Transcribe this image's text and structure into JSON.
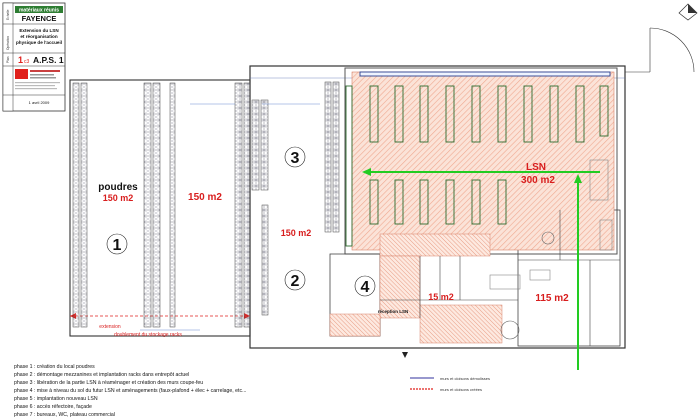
{
  "title_block": {
    "company": "matériaux réunis",
    "site": "FAYENCE",
    "project_lines": [
      "Extension du LSN",
      "et réorganisation",
      "physique de l'accueil"
    ],
    "sheet_index": "1",
    "sheet_index_suffix": "c3",
    "sheet_code": "A.P.S. 1",
    "date": "1 avril 2009",
    "side_labels": [
      "Echelle",
      "Opération",
      "Plan"
    ],
    "accent_color": "#e0201c",
    "brand_color": "#2e7d32"
  },
  "zones": {
    "z1": "1",
    "z2": "2",
    "z3": "3",
    "z4": "4",
    "poudres_label": "poudres",
    "poudres_area": "150 m2",
    "mid_area": "150 m2",
    "zone2_area": "150 m2",
    "lsn_label": "LSN",
    "lsn_area": "300 m2",
    "office_area": "115 m2",
    "reception_area": "15 m2",
    "reception_label": "réception LSN"
  },
  "annotations": {
    "extension_l1": "extension",
    "extension_l2": "doublement du stockage racks",
    "legend_demolished": "murs et cloisons démolisses",
    "legend_created": "murs et cloisons créées"
  },
  "phases": [
    "phase 1 : création du local poudres",
    "phase 2 : démontage mezzanines et implantation racks dans entrepôt actuel",
    "phase 3 : libération de la partie LSN à réaménager et création des murs coupe-feu",
    "phase 4 : mise à niveau du sol du futur LSN et aménagements (faux-plafond + élec + carrelage, etc...",
    "phase 5 : implantation nouveau LSN",
    "phase 6 : accès réfectoire, façade",
    "phase 7 : bureaux, WC, plateau commercial"
  ],
  "colors": {
    "red_text": "#d81e1e",
    "green_arrow": "#22cc22",
    "hatch_fill": "#f6c9b8",
    "rack_blue": "#2a3f8f",
    "rack_green": "#2e6b2e"
  }
}
